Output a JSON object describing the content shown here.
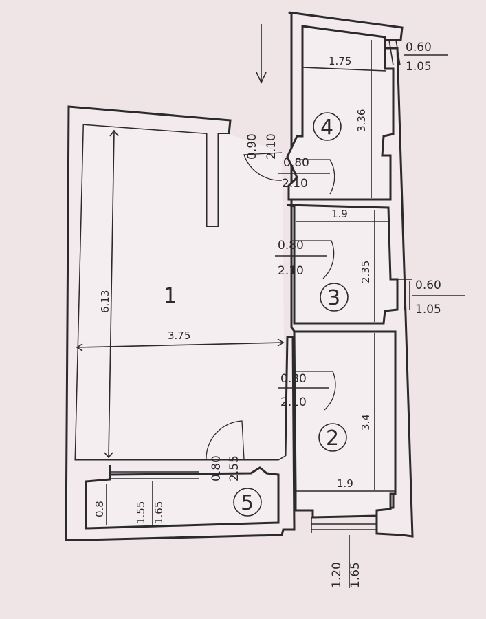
{
  "rooms": {
    "r1": "1",
    "r2": "2",
    "r3": "3",
    "r4": "4",
    "r5": "5"
  },
  "dimensions": {
    "room1_length": "6.13",
    "room1_width": "3.75",
    "room2_length": "3.4",
    "room2_width": "1.9",
    "room3_length": "2.35",
    "room3_width": "1.9",
    "room4_length": "3.36",
    "room4_width": "1.75",
    "room5_a": "0.8",
    "room5_b": "1.55",
    "room5_c": "1.65"
  },
  "openings": {
    "window_top_right": {
      "top": "0.60",
      "bottom": "1.05"
    },
    "window_mid_right": {
      "top": "0.60",
      "bottom": "1.05"
    },
    "entrance_bottom": {
      "top": "1.20",
      "bottom": "1.65"
    },
    "door_room4": {
      "top": "0.90",
      "bottom": "2.10"
    },
    "door_room4_b": {
      "top": "0.80",
      "bottom": "2.10"
    },
    "door_room3": {
      "top": "0.80",
      "bottom": "2.10"
    },
    "door_room2": {
      "top": "0.80",
      "bottom": "2.10"
    },
    "door_room5": {
      "top": "0.80",
      "bottom": "2.55"
    }
  },
  "colors": {
    "paper": "#efe4e6",
    "ink": "#2b2a2c"
  }
}
